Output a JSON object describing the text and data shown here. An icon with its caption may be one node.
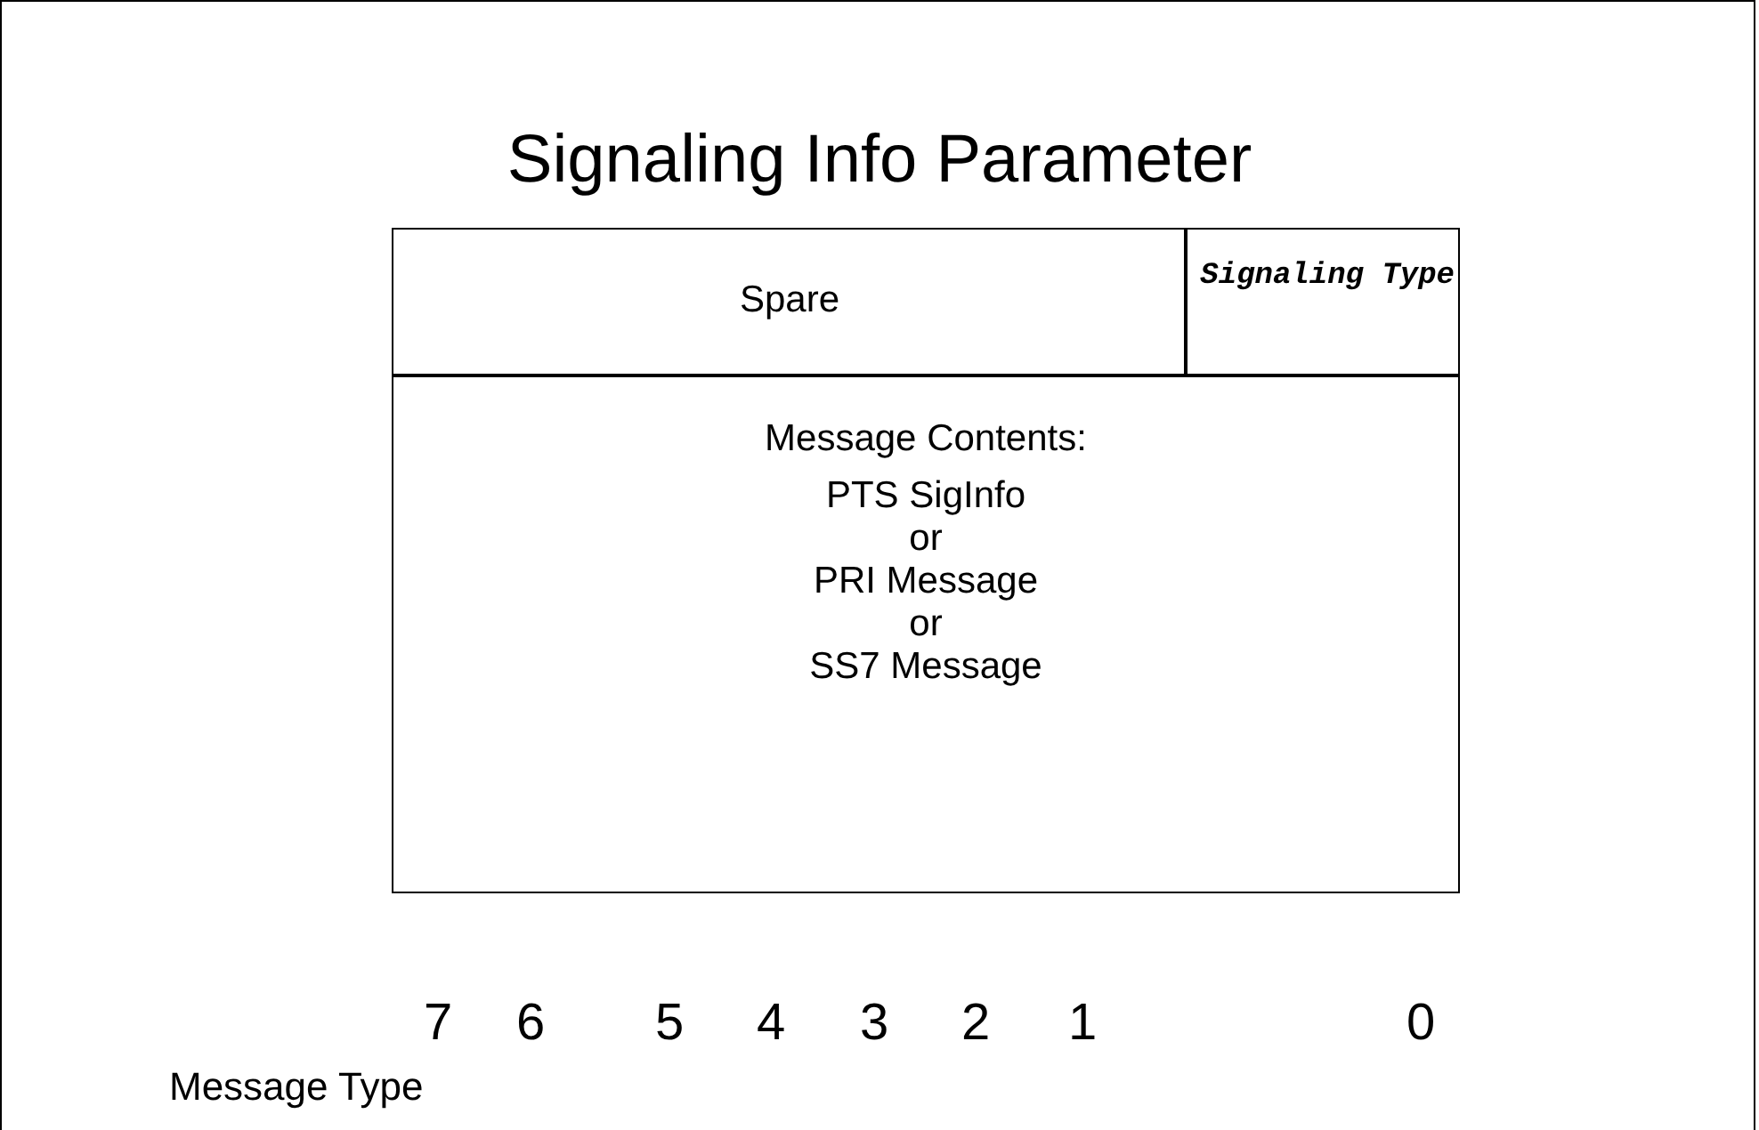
{
  "diagram": {
    "title": "Signaling Info Parameter",
    "nodes": [
      {
        "text": [
          "Spare"
        ]
      },
      {
        "text": [
          "Signaling Type"
        ]
      },
      {
        "text": [
          "Message Contents:",
          "PTS SigInfo",
          "or",
          "PRI Message",
          "or",
          "SS7 Message"
        ]
      }
    ],
    "labels": [
      "7",
      "6",
      "5",
      "4",
      "3",
      "2",
      "1",
      "0",
      "Message Type"
    ]
  }
}
